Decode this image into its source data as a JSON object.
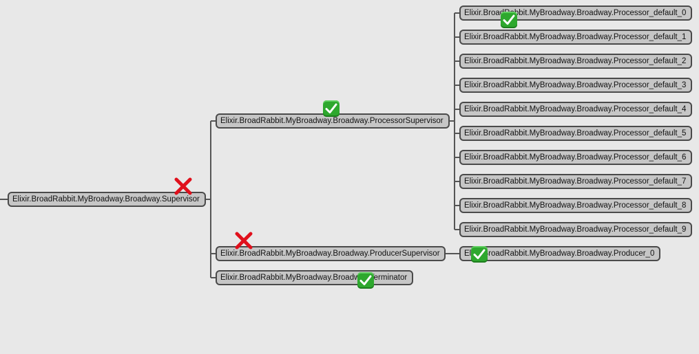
{
  "colors": {
    "background": "#e8e8e8",
    "node_fill": "#c6c6c6",
    "node_border": "#4a4a4a",
    "edge": "#555555",
    "status_ok": "#2ea82e",
    "status_failed": "#e0101c"
  },
  "tree": {
    "root": {
      "label": "Elixir.BroadRabbit.MyBroadway.Broadway.Supervisor",
      "status": "failed"
    },
    "processor_supervisor": {
      "label": "Elixir.BroadRabbit.MyBroadway.Broadway.ProcessorSupervisor",
      "status": "ok"
    },
    "producer_supervisor": {
      "label": "Elixir.BroadRabbit.MyBroadway.Broadway.ProducerSupervisor",
      "status": "failed"
    },
    "terminator": {
      "label": "Elixir.BroadRabbit.MyBroadway.Broadway.Terminator",
      "status": "ok"
    },
    "producer_0": {
      "label": "Elixir.BroadRabbit.MyBroadway.Broadway.Producer_0",
      "status": "ok"
    },
    "processors": [
      {
        "label": "Elixir.BroadRabbit.MyBroadway.Broadway.Processor_default_0",
        "status": "ok"
      },
      {
        "label": "Elixir.BroadRabbit.MyBroadway.Broadway.Processor_default_1"
      },
      {
        "label": "Elixir.BroadRabbit.MyBroadway.Broadway.Processor_default_2"
      },
      {
        "label": "Elixir.BroadRabbit.MyBroadway.Broadway.Processor_default_3"
      },
      {
        "label": "Elixir.BroadRabbit.MyBroadway.Broadway.Processor_default_4"
      },
      {
        "label": "Elixir.BroadRabbit.MyBroadway.Broadway.Processor_default_5"
      },
      {
        "label": "Elixir.BroadRabbit.MyBroadway.Broadway.Processor_default_6"
      },
      {
        "label": "Elixir.BroadRabbit.MyBroadway.Broadway.Processor_default_7"
      },
      {
        "label": "Elixir.BroadRabbit.MyBroadway.Broadway.Processor_default_8"
      },
      {
        "label": "Elixir.BroadRabbit.MyBroadway.Broadway.Processor_default_9"
      }
    ]
  }
}
